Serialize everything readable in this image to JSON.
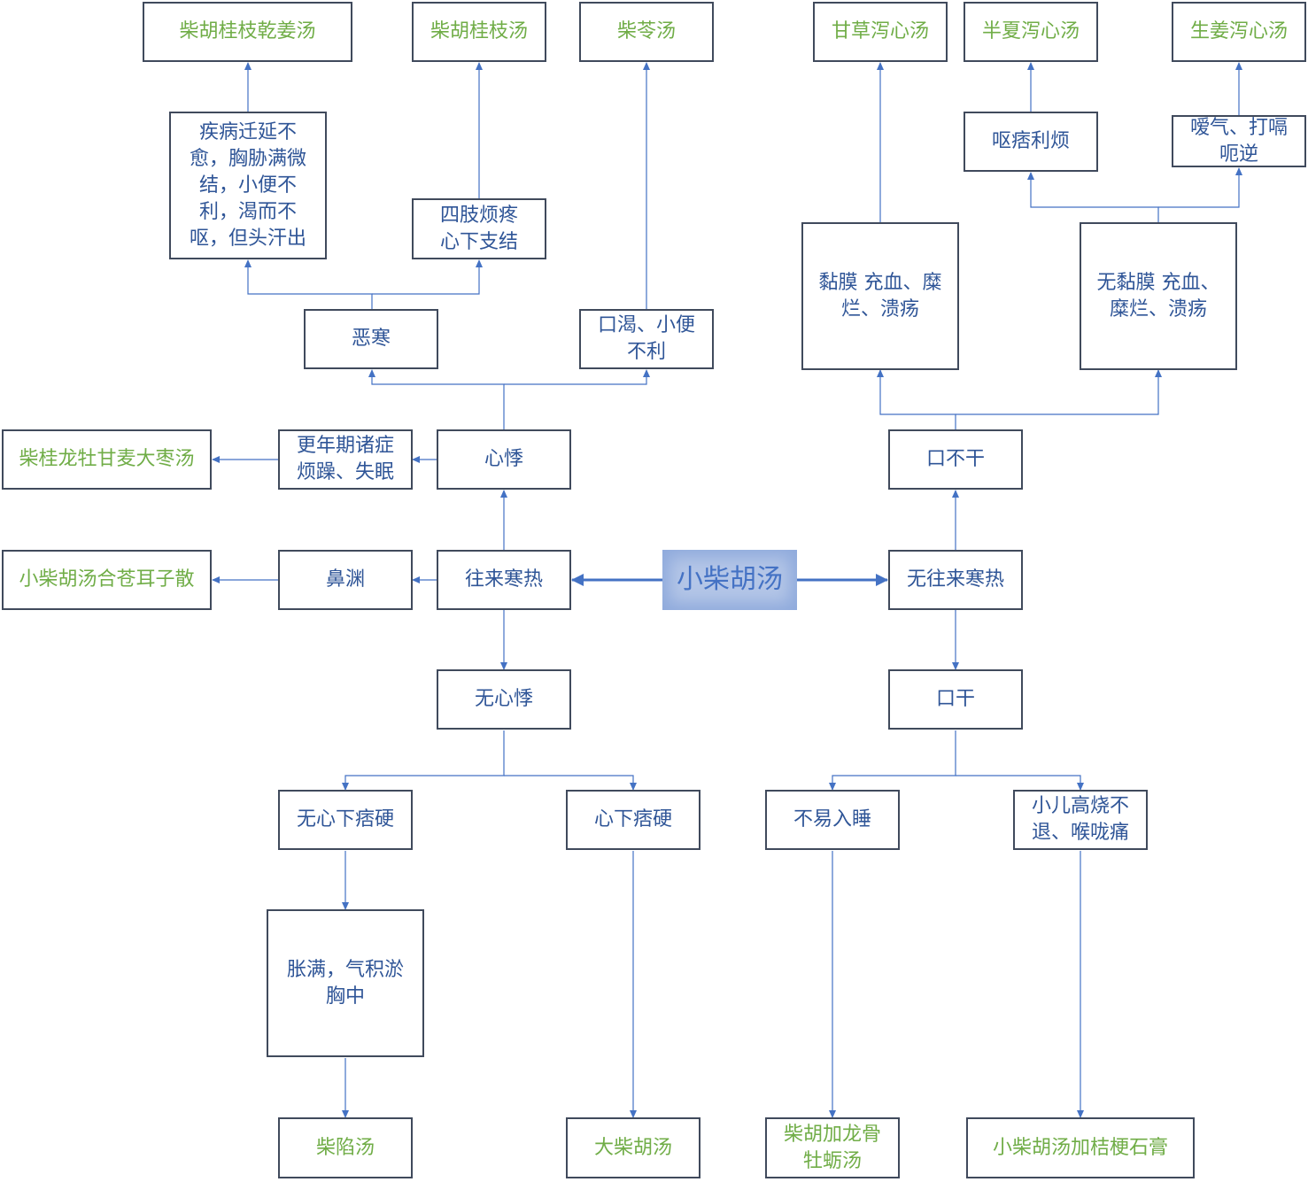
{
  "colors": {
    "node_text": "#2f5597",
    "formula_text": "#70ad47",
    "root_text": "#4472c4",
    "root_fill": "#b4c6e7",
    "border": "#404a5c",
    "edge": "#4472c4"
  },
  "nodes": {
    "root": "小柴胡汤",
    "alternating": "往来寒热",
    "no_alternating": "无往来寒热",
    "palpitation": "心悸",
    "no_palpitation": "无心悸",
    "rhinorrhea": "鼻渊",
    "menopause": "更年期诸症\n烦躁、失眠",
    "aversion_cold": "恶寒",
    "thirst_urine": "口渴、小便\n不利",
    "chronic": "疾病迁延不\n愈，胸胁满微\n结，小便不\n利，渴而不\n呕，但头汗出",
    "limbs": "四肢烦疼\n心下支结",
    "no_dry_mouth": "口不干",
    "dry_mouth": "口干",
    "mucosa": "黏膜 充血、糜\n烂、溃疡",
    "no_mucosa": "无黏膜 充血、\n糜烂、溃疡",
    "vomit": "呕痞利烦",
    "belch": "嗳气、打嗝\n呃逆",
    "no_pi": "无心下痞硬",
    "pi": "心下痞硬",
    "distension": "胀满，气积淤\n胸中",
    "insomnia": "不易入睡",
    "child_fever": "小儿高烧不\n退、喉咙痛"
  },
  "formulas": {
    "f_ganjiang": "柴胡桂枝乾姜汤",
    "f_guizhi": "柴胡桂枝汤",
    "f_ling": "柴苓汤",
    "f_gancao": "甘草泻心汤",
    "f_banxia": "半夏泻心汤",
    "f_shengjiang": "生姜泻心汤",
    "f_longmu": "柴桂龙牡甘麦大枣汤",
    "f_cangerzi": "小柴胡汤合苍耳子散",
    "f_xian": "柴陷汤",
    "f_dachaihu": "大柴胡汤",
    "f_longgu": "柴胡加龙骨\n牡蛎汤",
    "f_jiegeng": "小柴胡汤加桔梗石膏"
  }
}
